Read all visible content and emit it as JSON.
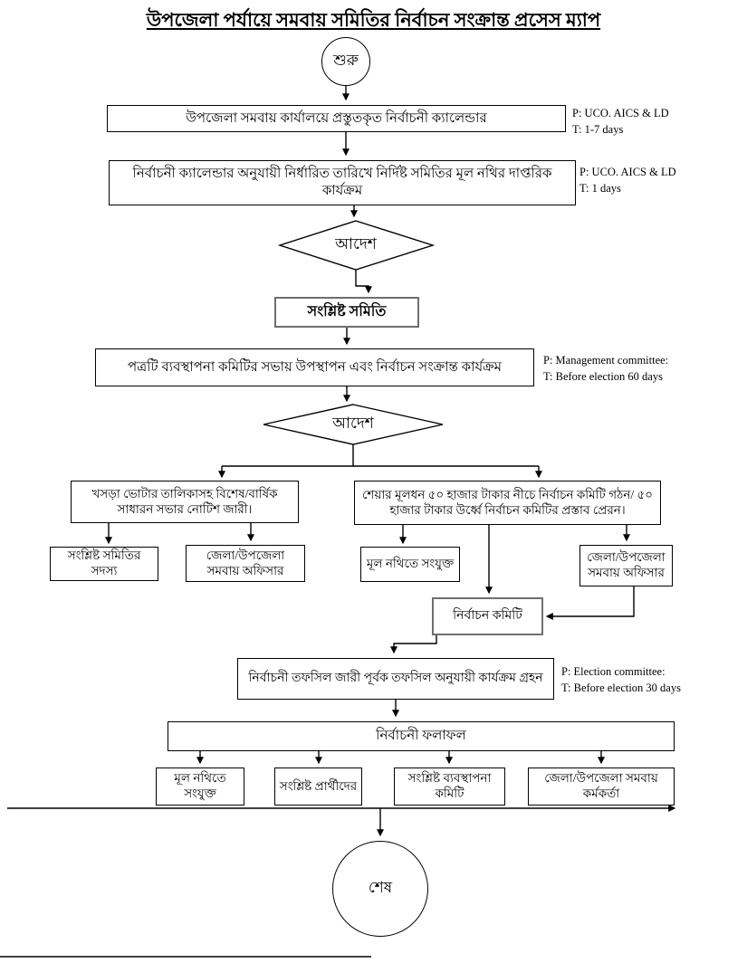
{
  "title": "উপজেলা পর্যায়ে সমবায় সমিতির নির্বাচন সংক্রান্ত প্রসেস ম্যাপ",
  "colors": {
    "line": "#000000",
    "gray_border": "#6e6e6e",
    "background": "#ffffff"
  },
  "nodes": {
    "start": "শুরু",
    "calendar": "উপজেলা সমবায় কার্যালয়ে প্রস্তুতকৃত নির্বাচনী ক্যালেন্ডার",
    "official_activity": "নির্বাচনী ক্যালেন্ডার অনুযায়ী নির্ধারিত তারিখে নির্দিষ্ট সমিতির মূল নথির দাপ্তরিক কার্যক্রম",
    "decision1": "আদেশ",
    "concerned_society": "সংশ্লিষ্ট সমিতি",
    "presentation": "পত্রটি ব্যবস্থাপনা কমিটির সভায় উপস্থাপন এবং নির্বাচন সংক্রান্ত কার্যক্রম",
    "decision2": "আদেশ",
    "notice_issue": "খসড়া ভোটার তালিকাসহ বিশেষ/বার্ষিক সাধারন সভার নোটিশ জারী।",
    "share_capital": "শেয়ার মূলধন ৫০ হাজার টাকার নীচে নির্বাচন কমিটি গঠন/ ৫০ হাজার টাকার উর্ধ্বে নির্বাচন কমিটির প্রস্তাব প্রেরন।",
    "society_members": "সংশ্লিষ্ট সমিতির সদস্য",
    "coop_officer_left": "জেলা/উপজেলা সমবায় অফিসার",
    "attached_record": "মূল নথিতে সংযুক্ত",
    "coop_officer_right": "জেলা/উপজেলা সমবায় অফিসার",
    "election_committee": "নির্বাচন কমিটি",
    "schedule_action": "নির্বাচনী তফসিল জারী পূর্বক তফসিল অনুযায়ী কার্যক্রম গ্রহন",
    "results": "নির্বাচনী ফলাফল",
    "result_record": "মূল নথিতে সংযুক্ত",
    "result_candidates": "সংশ্লিষ্ট প্রার্থীদের",
    "result_committee": "সংশ্লিষ্ট ব্যবস্থাপনা কমিটি",
    "result_officer": "জেলা/উপজেলা সমবায় কর্মকর্তা",
    "end": "শেষ"
  },
  "annotations": [
    {
      "p": "P: UCO. AICS & LD",
      "t": "T: 1-7 days"
    },
    {
      "p": "P: UCO. AICS & LD",
      "t": "T: 1 days"
    },
    {
      "p": "P: Management committee:",
      "t": "T: Before election 60 days"
    },
    {
      "p": "P: Election committee:",
      "t": "T: Before election 30 days"
    }
  ]
}
